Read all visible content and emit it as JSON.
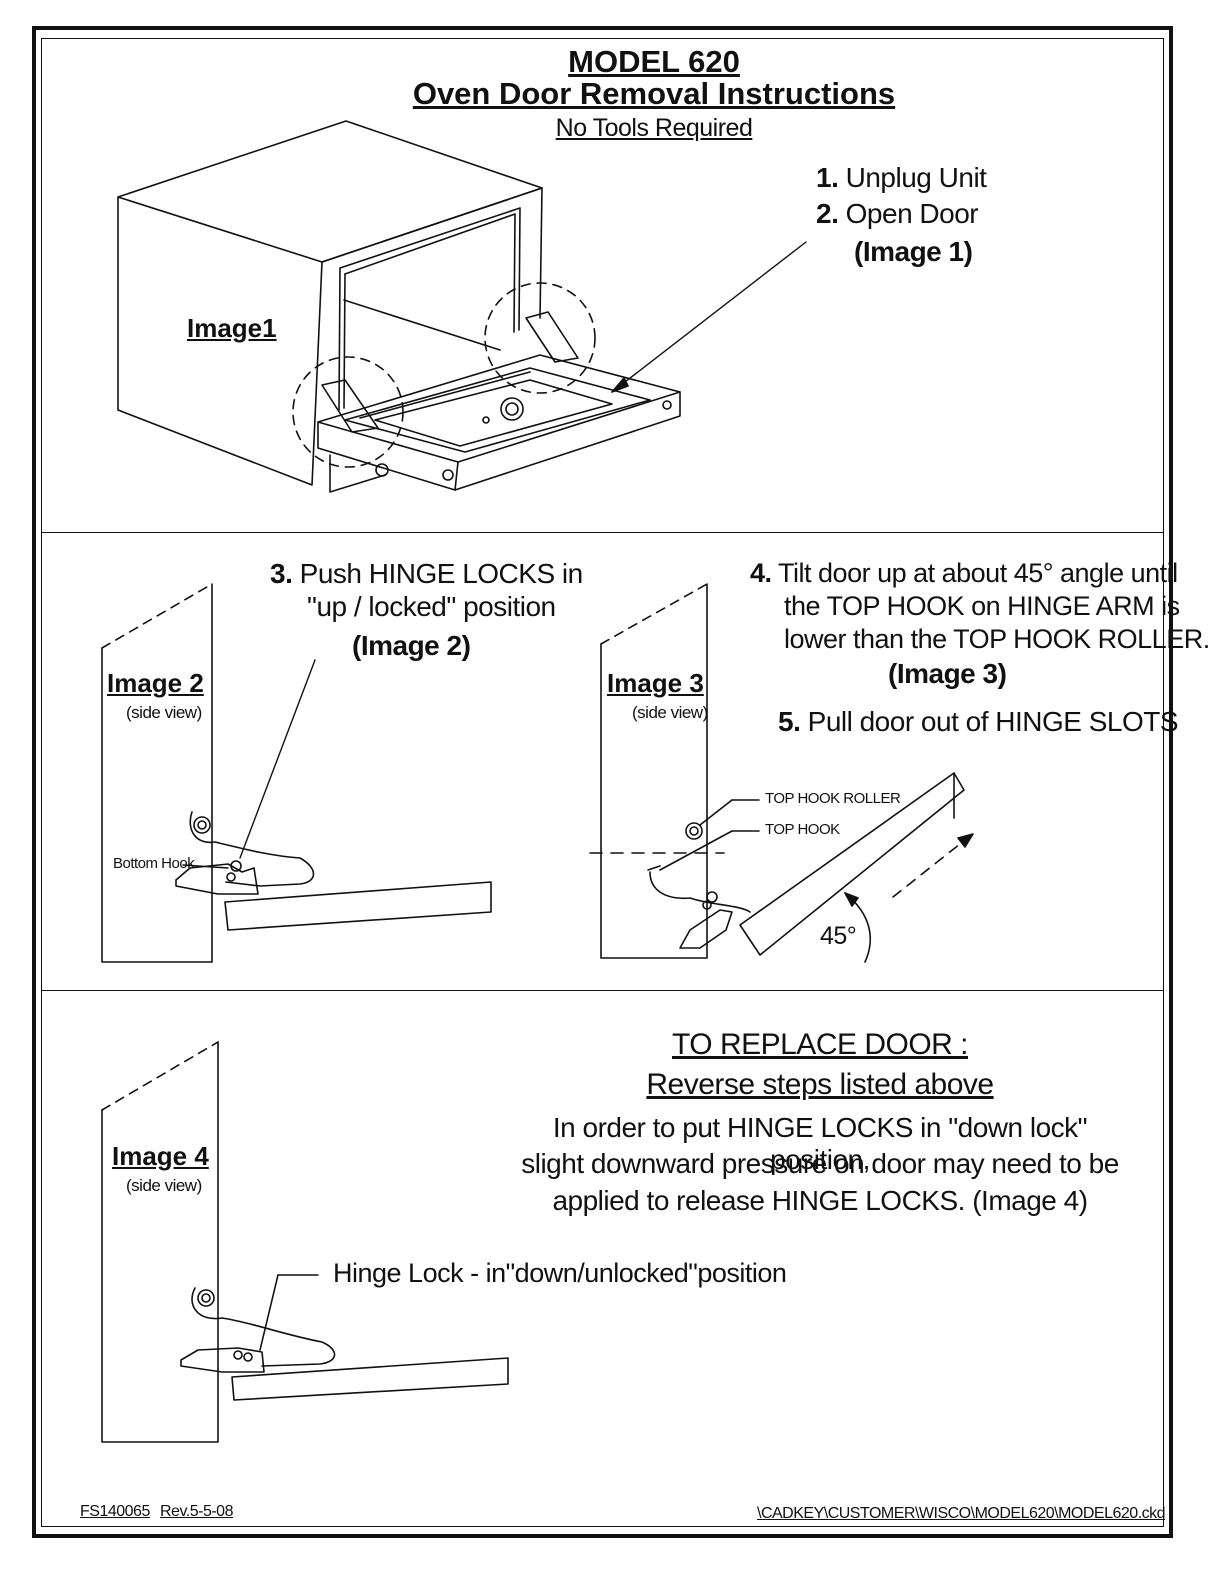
{
  "title": {
    "model": "MODEL 620",
    "main": "Oven Door Removal Instructions",
    "sub": "No Tools Required"
  },
  "steps": {
    "s1": {
      "num": "1.",
      "text": "Unplug Unit"
    },
    "s2": {
      "num": "2.",
      "text": "Open Door"
    },
    "ref1": "(Image 1)",
    "s3": {
      "num": "3.",
      "line1": "Push HINGE LOCKS in",
      "line2": "\"up / locked\" position"
    },
    "ref2": "(Image 2)",
    "s4": {
      "num": "4.",
      "line1": "Tilt door up at about 45° angle until",
      "line2": "the TOP HOOK on HINGE ARM is",
      "line3": "lower than the TOP HOOK ROLLER."
    },
    "ref3": "(Image 3)",
    "s5": {
      "num": "5.",
      "text": "Pull door out of HINGE SLOTS"
    }
  },
  "images": {
    "img1": "Image1",
    "img2": "Image 2",
    "img3": "Image 3",
    "img4": "Image 4",
    "side_view": "(side view)"
  },
  "callouts": {
    "bottom_hook": "Bottom Hook",
    "top_hook_roller": "TOP HOOK ROLLER",
    "top_hook": "TOP HOOK",
    "angle": "45°",
    "hinge_lock": "Hinge Lock - in\"down/unlocked\"position"
  },
  "replace": {
    "heading": "TO REPLACE DOOR :",
    "sub": "Reverse steps listed above",
    "line1": "In order to put HINGE LOCKS in \"down lock\" position,",
    "line2": "slight downward pressure on door may need to be",
    "line3": "applied to release HINGE LOCKS. (Image 4)"
  },
  "footer": {
    "code": "FS140065",
    "rev": "Rev.5-5-08",
    "path": "\\CADKEY\\CUSTOMER\\WISCO\\MODEL620\\MODEL620.ckd"
  }
}
